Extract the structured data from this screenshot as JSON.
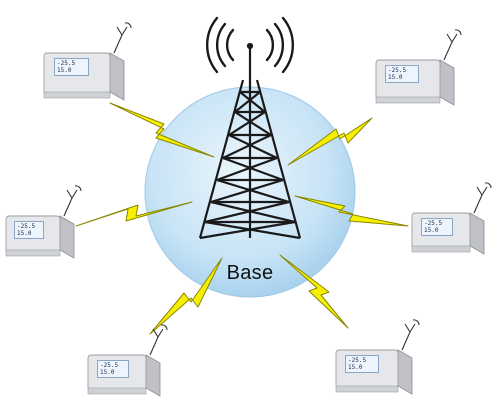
{
  "diagram": {
    "center_label": "Base",
    "colors": {
      "circle_fill": "#c8e4f6",
      "tower_stroke": "#1a1a1a",
      "lightning_fill": "#f6f000",
      "lightning_stroke": "#8a8600",
      "device_body": "#e6e7ea",
      "lcd_text": "#1a2a55"
    },
    "devices": [
      {
        "id": "top-left",
        "reading_1": "-25.5",
        "reading_2": "15.0"
      },
      {
        "id": "middle-left",
        "reading_1": "-25.5",
        "reading_2": "15.0"
      },
      {
        "id": "bottom-left",
        "reading_1": "-25.5",
        "reading_2": "15.0"
      },
      {
        "id": "top-right",
        "reading_1": "-25.5",
        "reading_2": "15.0"
      },
      {
        "id": "middle-right",
        "reading_1": "-25.5",
        "reading_2": "15.0"
      },
      {
        "id": "bottom-right",
        "reading_1": "-25.5",
        "reading_2": "15.0"
      }
    ]
  }
}
